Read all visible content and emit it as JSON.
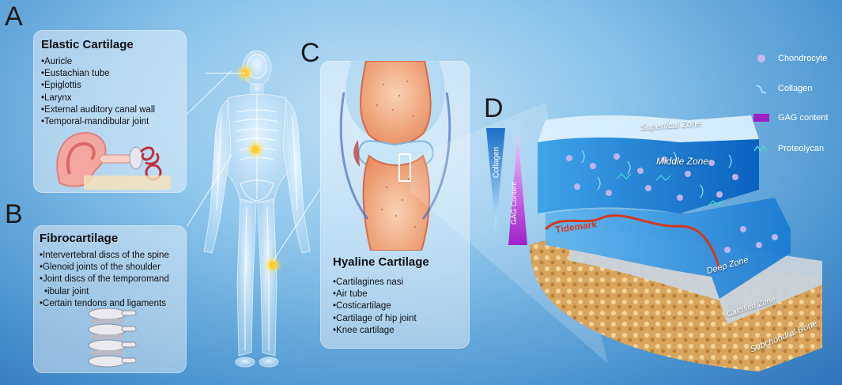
{
  "panels": {
    "a": "A",
    "b": "B",
    "c": "C",
    "d": "D"
  },
  "elastic": {
    "title": "Elastic Cartilage",
    "items": [
      "Auricle",
      "Eustachian tube",
      "Epiglottis",
      "Larynx",
      "External auditory canal wall",
      "Temporal-mandibular joint"
    ]
  },
  "fibro": {
    "title": "Fibrocartilage",
    "items": [
      "Intervertebral discs of the spine",
      "Glenoid joints of the shoulder",
      "Joint discs of the temporomand",
      "ibular joint",
      "Certain tendons and ligaments"
    ]
  },
  "hyaline": {
    "title": "Hyaline Cartilage",
    "items": [
      "Cartilagines nasi",
      "Air tube",
      "Costicartilage",
      "Cartilage of hip joint",
      "Knee cartilage"
    ]
  },
  "legend": {
    "chondrocyte": "Chondrocyte",
    "collagen": "Collagen",
    "gag": "GAG content",
    "proteolycan": "Proteolycan"
  },
  "gradients": {
    "collagen": "Collagen",
    "gag": "GAG Content"
  },
  "zones": {
    "superficial": "Superfical Zone",
    "middle": "Middle Zone",
    "tidemark": "Tidemark",
    "deep": "Deep Zone",
    "calcified": "Calcified Zone",
    "bone": "Subchondral Bone"
  },
  "colors": {
    "gag": "#a020c8",
    "dot": "#ffcc33",
    "tidemark": "#d23a1e"
  }
}
